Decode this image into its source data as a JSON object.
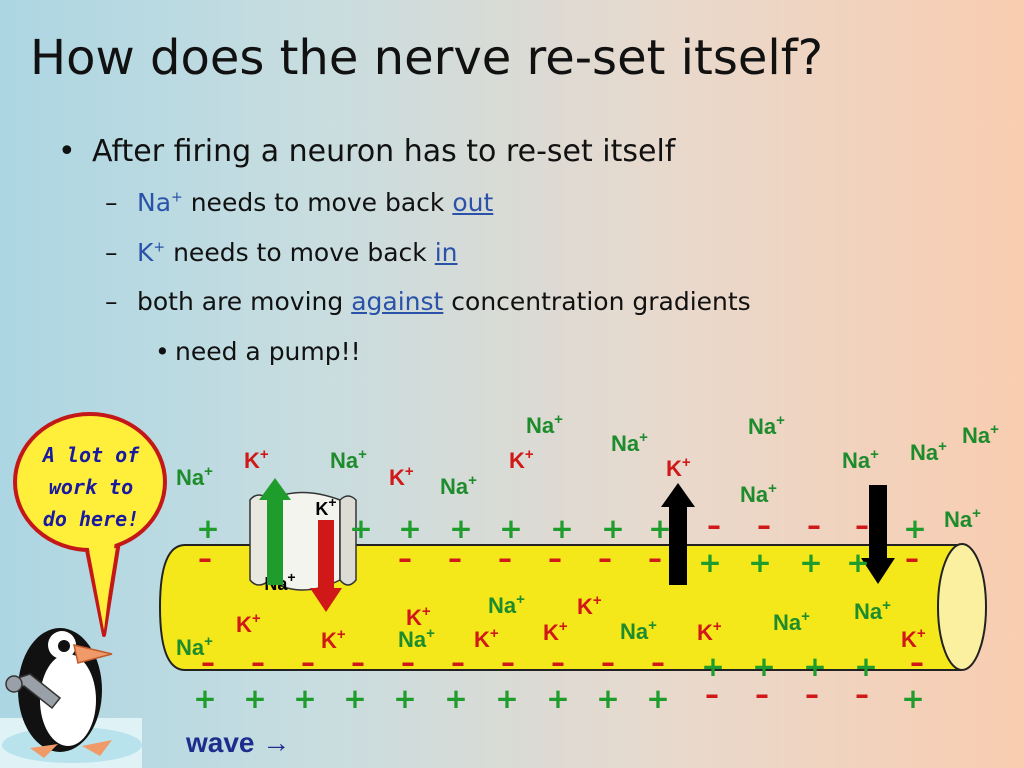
{
  "slide": {
    "title": "How does the nerve re-set itself?",
    "bullet_main": "After firing a neuron has to re-set itself",
    "sub1": {
      "ion": "Na",
      "sup": "+",
      "text": " needs to move back ",
      "link": "out"
    },
    "sub2": {
      "ion": "K",
      "sup": "+",
      "text": " needs to move back ",
      "link": "in"
    },
    "sub3": {
      "pre": "both are moving ",
      "link": "against",
      "post": " concentration gradients"
    },
    "sub_sub": "need a pump!!",
    "bullet_glyph": "•",
    "dash_glyph": "–"
  },
  "diagram": {
    "bubble_lines": [
      "A lot of",
      "work to",
      "do here!"
    ],
    "wave_label": "wave →",
    "channel_top": "K",
    "channel_bottom": "Na",
    "na": "Na",
    "k": "K",
    "plus_sign": "+",
    "minus_sign": "–",
    "colors": {
      "na": "#1e8c2c",
      "k": "#d01818",
      "axon": "#f5e81a",
      "plus": "#1e9c2c",
      "minus": "#d01818"
    },
    "icons": [
      "speech-bubble",
      "penguin-icon",
      "wrench-icon",
      "ion-channel",
      "arrow-up",
      "arrow-down"
    ]
  }
}
